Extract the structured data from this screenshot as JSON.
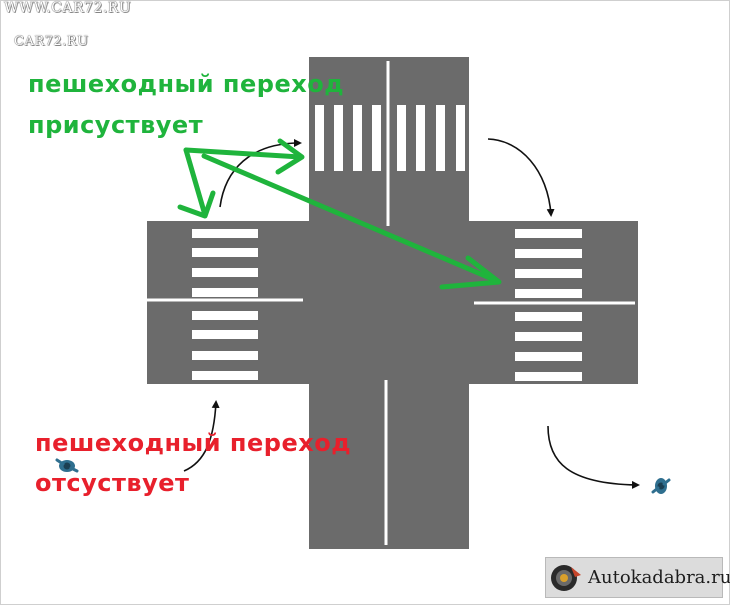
{
  "watermark": {
    "line1": "WWW.CAR72.RU",
    "line2": "CAR72.RU"
  },
  "labels": {
    "crossing_present_line1": "пешеходный переход",
    "crossing_present_line2": "присуствует",
    "crossing_absent_line1": "пешеходный переход",
    "crossing_absent_line2": "отсуствует"
  },
  "brand": {
    "text": "Autokadabra.ru",
    "logo_icon": "car-wheel-logo-icon"
  },
  "colors": {
    "road": "#6b6b6b",
    "marking": "#ffffff",
    "green_label": "#1fb43c",
    "red_label": "#e8202c",
    "path_arrow": "#111111",
    "pedestrian": "#2f6f8f"
  }
}
